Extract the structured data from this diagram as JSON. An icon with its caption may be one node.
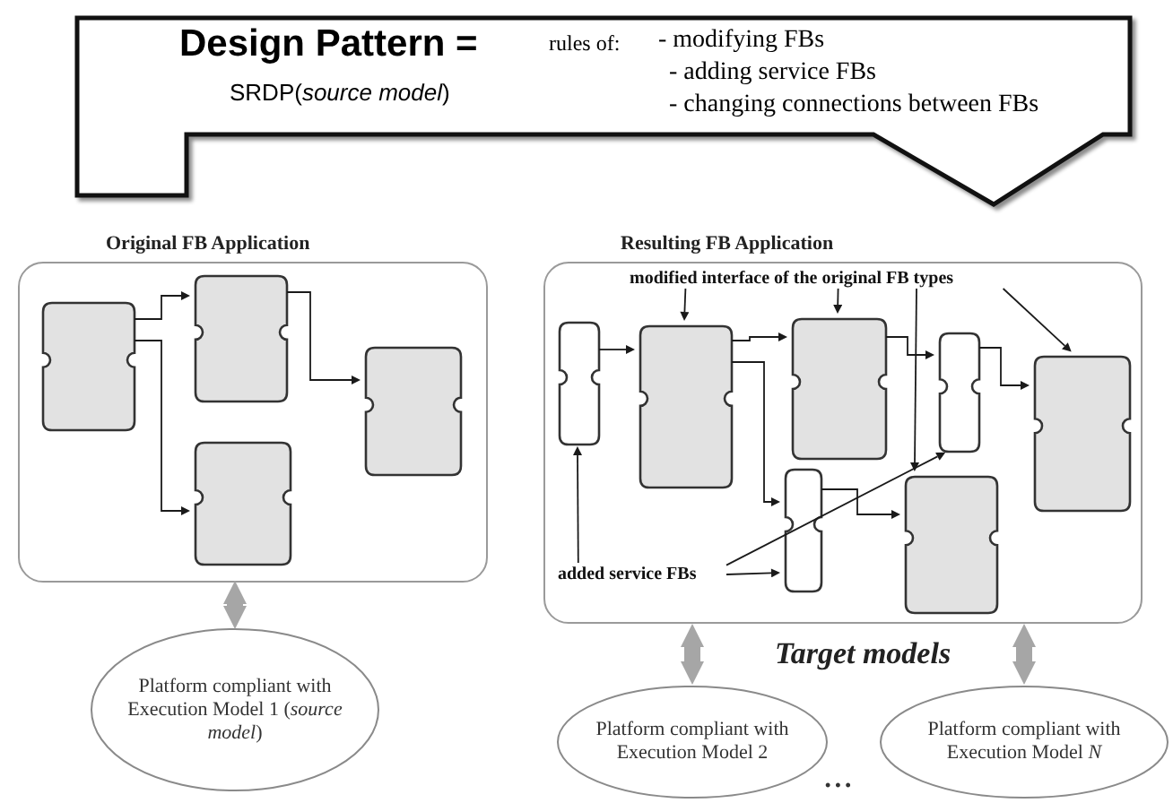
{
  "diagram": {
    "nodes": [
      {
        "text": [
          "Design Pattern =",
          "SRDP(*source model*)",
          "rules of:",
          "- modifying FBs",
          "- adding service FBs",
          "- changing connections between FBs"
        ]
      },
      {
        "text": [
          "Original FB Application"
        ]
      },
      {
        "text": [],
        "shape": "box",
        "in": 1
      },
      {
        "text": [],
        "shape": "box",
        "in": 1
      },
      {
        "text": [],
        "shape": "box",
        "in": 1
      },
      {
        "text": [],
        "shape": "box",
        "in": 1
      },
      {
        "text": [
          "Resulting FB Application"
        ]
      },
      {
        "text": [
          "modified interface of the original FB types"
        ],
        "in": 6
      },
      {
        "text": [],
        "shape": "box",
        "in": 6
      },
      {
        "text": [],
        "shape": "box",
        "in": 6
      },
      {
        "text": [],
        "shape": "box",
        "in": 6
      },
      {
        "text": [],
        "shape": "box",
        "in": 6
      },
      {
        "text": [],
        "shape": "box",
        "in": 6
      },
      {
        "text": [],
        "shape": "box",
        "in": 6
      },
      {
        "text": [],
        "shape": "box",
        "in": 6
      },
      {
        "text": [
          "added service FBs"
        ],
        "in": 6
      },
      {
        "text": [
          "Platform compliant with Execution Model 1 (*source model*)"
        ]
      },
      {
        "text": [
          "Platform compliant with Execution Model 2"
        ]
      },
      {
        "text": [
          "Platform compliant with Execution Model *N*"
        ]
      }
    ],
    "edges": [
      {
        "from": 2,
        "to": 3,
        "arrow": "to"
      },
      {
        "from": 2,
        "to": 5,
        "arrow": "to"
      },
      {
        "from": 3,
        "to": 4,
        "arrow": "to"
      },
      {
        "from": 8,
        "to": 9,
        "arrow": "to"
      },
      {
        "from": 9,
        "to": 10,
        "arrow": "to"
      },
      {
        "from": 9,
        "to": 13,
        "arrow": "to"
      },
      {
        "from": 10,
        "to": 11,
        "arrow": "to"
      },
      {
        "from": 11,
        "to": 12,
        "arrow": "to"
      },
      {
        "from": 13,
        "to": 14,
        "arrow": "to"
      },
      {
        "from": 7,
        "to": 9,
        "arrow": "to"
      },
      {
        "from": 7,
        "to": 10,
        "arrow": "to"
      },
      {
        "from": 7,
        "to": 14,
        "arrow": "to"
      },
      {
        "from": 7,
        "to": 12,
        "arrow": "to"
      },
      {
        "from": 15,
        "to": 8,
        "arrow": "to"
      },
      {
        "from": 15,
        "to": 13,
        "arrow": "to"
      },
      {
        "from": 15,
        "to": 11,
        "arrow": "to"
      },
      {
        "from": 1,
        "to": 16,
        "arrow": "both",
        "style": "thick",
        "color": "#a6a6a6"
      },
      {
        "from": 6,
        "to": 17,
        "arrow": "both",
        "style": "thick",
        "color": "#a6a6a6"
      },
      {
        "from": 6,
        "to": 18,
        "arrow": "both",
        "style": "thick",
        "color": "#a6a6a6"
      }
    ],
    "labels": [
      "Target models",
      "• • •"
    ]
  }
}
